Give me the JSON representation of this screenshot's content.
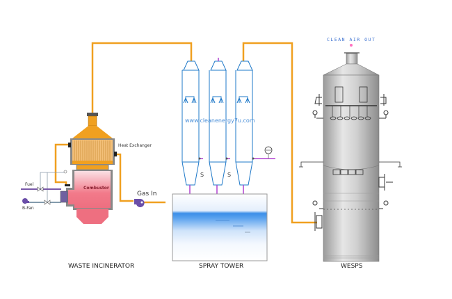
{
  "diagram": {
    "title": "Waste gas treatment process",
    "sections": {
      "incinerator": "WASTE INCINERATOR",
      "spray_tower": "SPRAY TOWER",
      "wesps": "WESPS"
    },
    "labels": {
      "heat_exchanger": "Heat Exchanger",
      "combustor": "Combustor",
      "fuel": "Fuel",
      "b_fan": "B-Fan",
      "gas_in": "Gas In",
      "clean_air_out": "CLEAN AIR OUT",
      "watermark": "www.cleanenergy7u.com",
      "s1": "S",
      "s2": "S"
    },
    "colors": {
      "pipe": "#f0a020",
      "tower_outline": "#1e78c8",
      "purple_line": "#b040d0",
      "combustor": "#f07080",
      "heat_exchanger": "#f0a030",
      "wesps_body": "#c8c8c8",
      "water": "#3a8ee8"
    }
  }
}
